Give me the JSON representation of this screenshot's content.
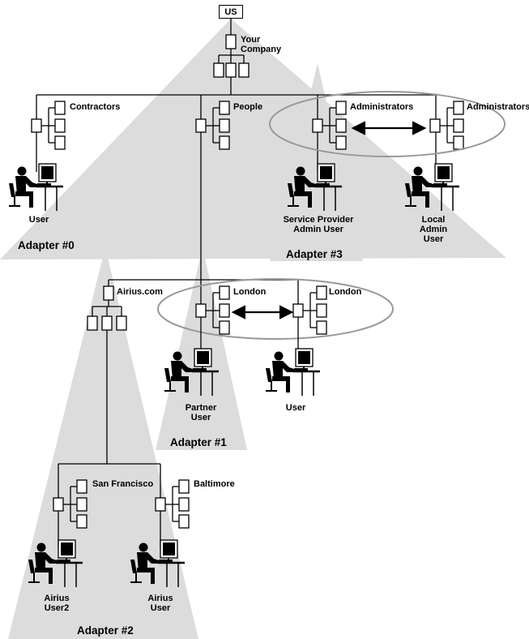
{
  "root_label": "US",
  "company_label_line1": "Your",
  "company_label_line2": "Company",
  "nodes": {
    "contractors": "Contractors",
    "people": "People",
    "administrators_sp": "Administrators",
    "administrators_local": "Administrators",
    "airius": "Airius.com",
    "london_partner": "London",
    "london_user": "London",
    "san_francisco": "San Francisco",
    "baltimore": "Baltimore"
  },
  "users": {
    "contractor_user": [
      "User"
    ],
    "service_provider_admin": [
      "Service Provider",
      "Admin User"
    ],
    "local_admin": [
      "Local",
      "Admin",
      "User"
    ],
    "partner_user": [
      "Partner",
      "User"
    ],
    "london_user": [
      "User"
    ],
    "airius_user2": [
      "Airius",
      "User2"
    ],
    "airius_user": [
      "Airius",
      "User"
    ]
  },
  "adapters": {
    "adapter0": "Adapter #0",
    "adapter1": "Adapter #1",
    "adapter2": "Adapter #2",
    "adapter3": "Adapter #3"
  },
  "colors": {
    "adapter_fill": "#dcdcdc",
    "ellipse_stroke": "#999999",
    "line": "#000000",
    "background": "#ffffff"
  }
}
